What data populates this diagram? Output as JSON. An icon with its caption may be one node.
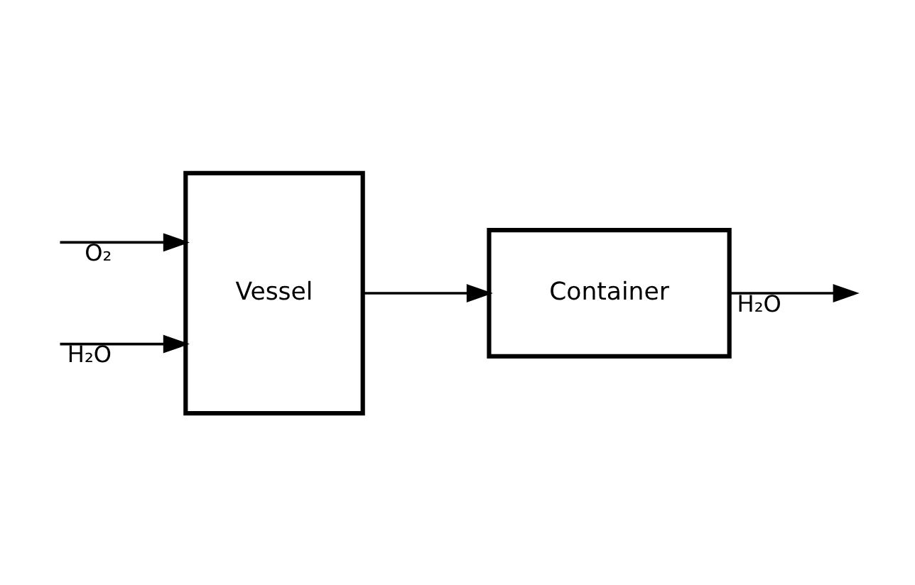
{
  "diagram": {
    "nodes": [
      {
        "text": [
          "Vessel"
        ]
      },
      {
        "text": [
          "Container"
        ]
      }
    ],
    "edges": [
      {
        "from": null,
        "to": 0,
        "arrow": "to",
        "label": "O₂"
      },
      {
        "from": null,
        "to": 0,
        "arrow": "to",
        "label": "H₂O"
      },
      {
        "from": 0,
        "to": 1,
        "arrow": "to"
      },
      {
        "from": 1,
        "to": null,
        "arrow": "to",
        "label": "H₂O"
      }
    ]
  }
}
